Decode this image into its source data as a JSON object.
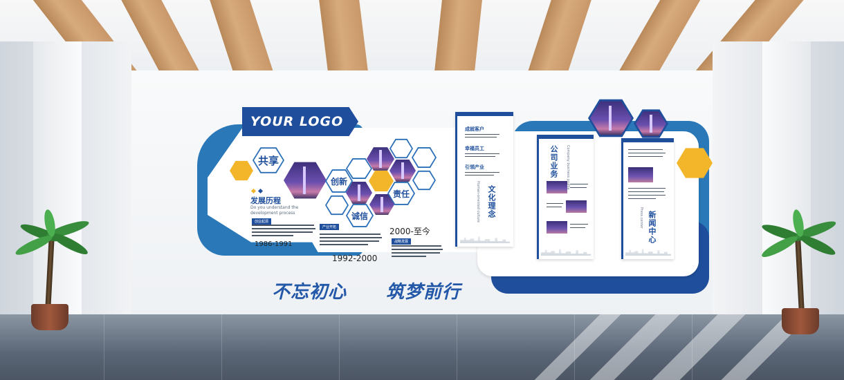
{
  "logo": {
    "text": "YOUR LOGO"
  },
  "hexagons": {
    "share": "共享",
    "innovate": "创新",
    "integrity": "诚信",
    "responsibility": "责任"
  },
  "history": {
    "title": "发展历程",
    "subtitle_line1": "Do you understand the",
    "subtitle_line2": "development process",
    "period1": {
      "tag": "创业起源",
      "year": "1986-1991"
    },
    "period2": {
      "tag": "产业开拓",
      "year": "1992-2000"
    },
    "period3": {
      "tag": "战略发展",
      "year": "2000-至今"
    }
  },
  "slogan": {
    "left": "不忘初心",
    "right": "筑梦前行"
  },
  "culture_panel": {
    "items": [
      "成就客户",
      "幸福员工",
      "引领产业"
    ],
    "title": "文化理念",
    "subtitle": "Human-oriented culture"
  },
  "business_panel": {
    "title": "公司业务",
    "subtitle": "Company business profile"
  },
  "news_panel": {
    "title": "新闻中心",
    "subtitle": "Press center"
  },
  "colors": {
    "primary_blue": "#1f4f9c",
    "accent_blue": "#2a78b8",
    "accent_yellow": "#f3b52a"
  }
}
